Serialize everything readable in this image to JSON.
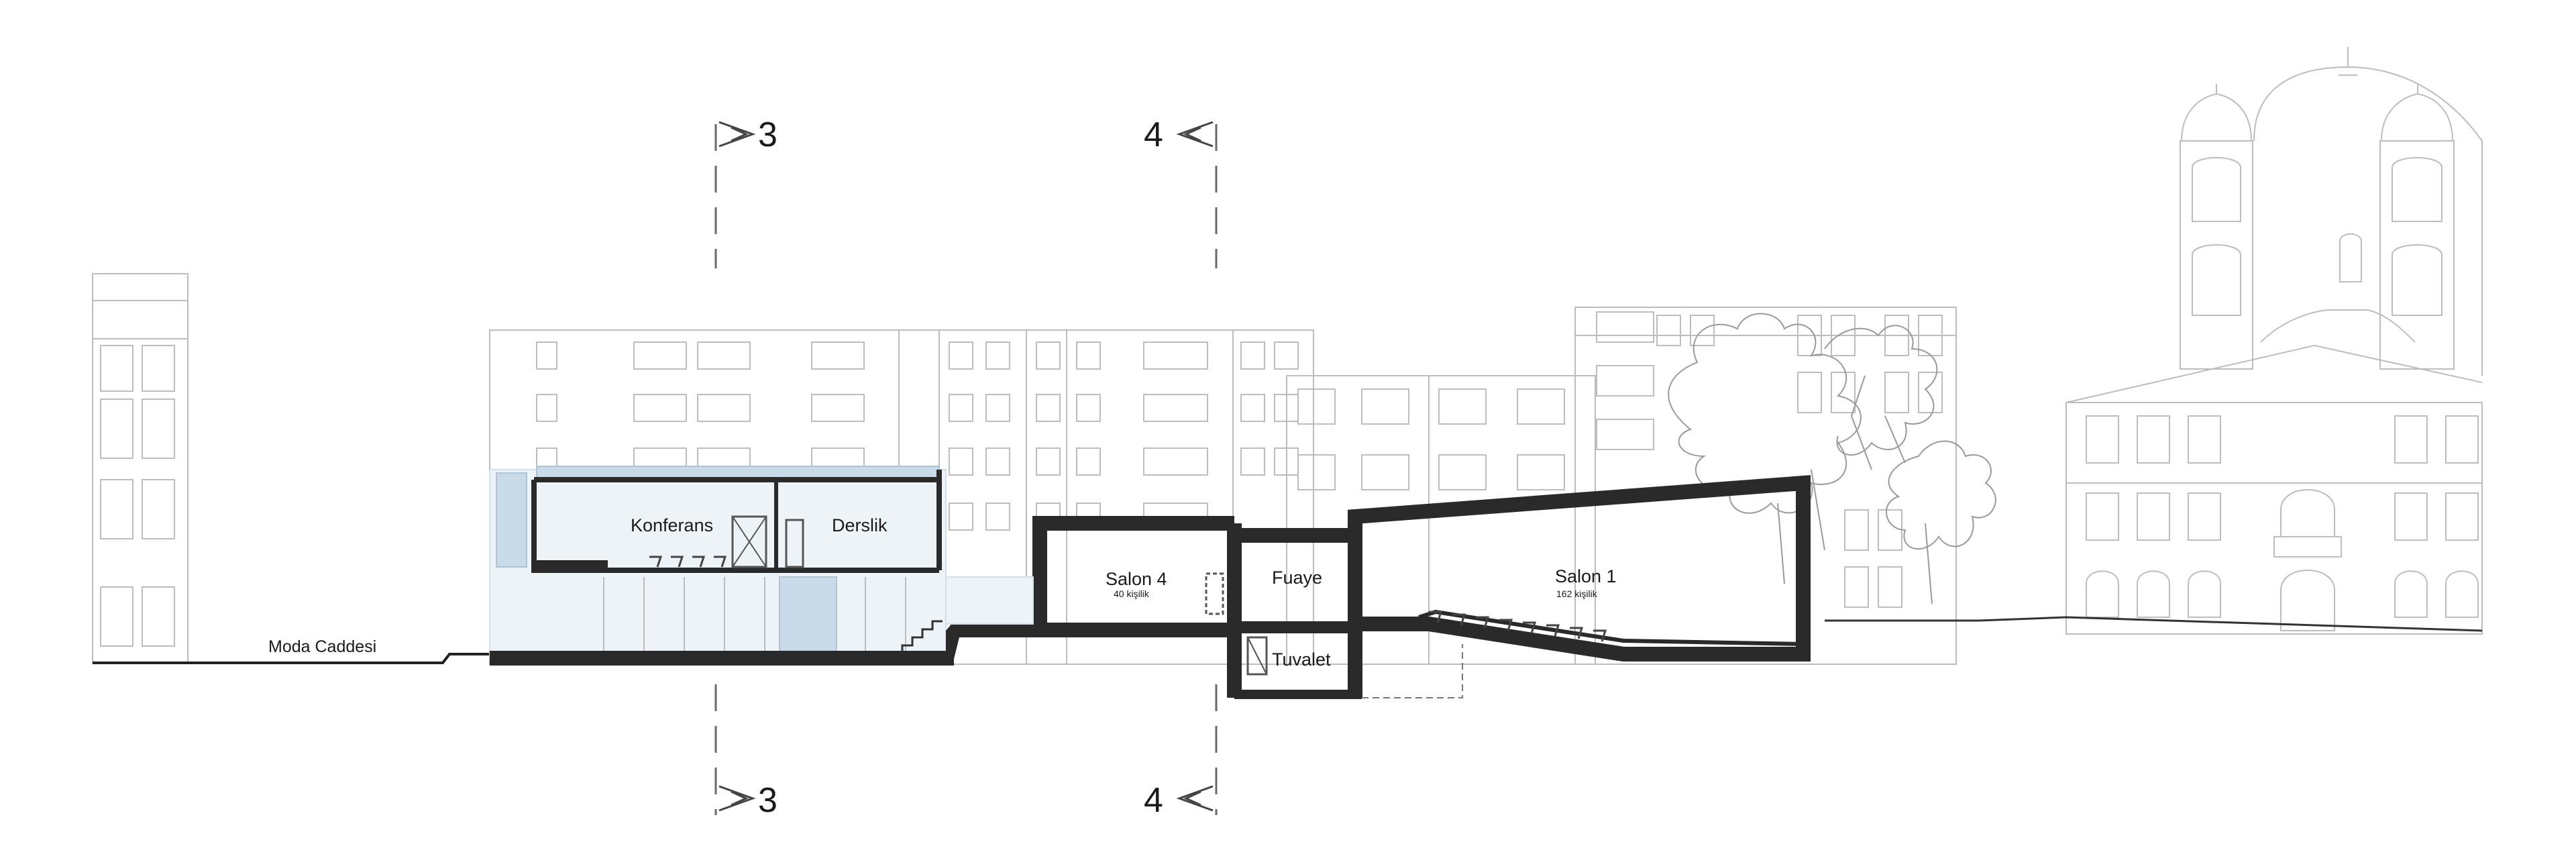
{
  "labels": {
    "street": "Moda Caddesi",
    "konferans": "Konferans",
    "derslik": "Derslik",
    "salon4": "Salon 4",
    "salon4_capacity": "40 kişilik",
    "fuaye": "Fuaye",
    "tuvalet": "Tuvalet",
    "salon1": "Salon 1",
    "salon1_capacity": "162 kişilik"
  },
  "section_markers": {
    "left_top": "3",
    "right_top": "4",
    "left_bottom": "3",
    "right_bottom": "4"
  },
  "colors": {
    "wall": "#2a2a2a",
    "context_line": "#bdbdbd",
    "glass": "#c9dbe8"
  }
}
